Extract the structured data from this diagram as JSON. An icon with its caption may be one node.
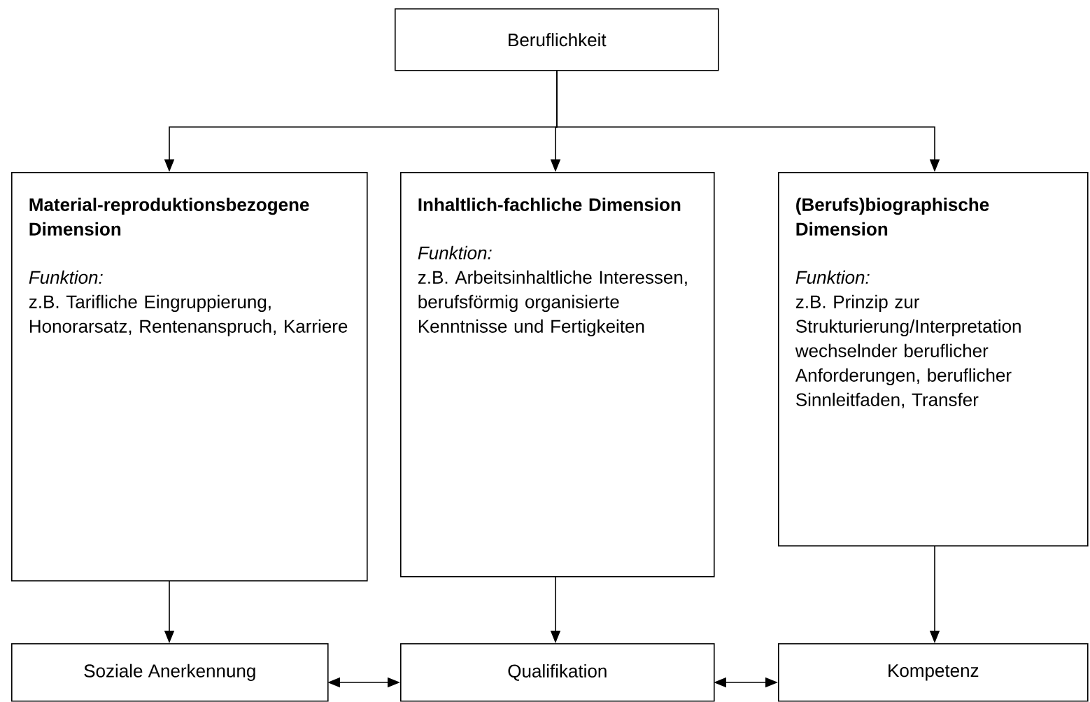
{
  "diagram": {
    "nodes": [
      {
        "text": [
          "Beruflichkeit"
        ]
      },
      {
        "text": [
          "Material-reproduktionsbezogene Dimension",
          "Funktion:",
          "z.B. Tarifliche Eingruppierung, Honorarsatz, Rentenanspruch, Karriere"
        ]
      },
      {
        "text": [
          "Inhaltlich-fachliche Dimension",
          "Funktion:",
          "z.B. Arbeitsinhaltliche Interessen, berufsförmig organisierte Kenntnisse und Fertigkeiten"
        ]
      },
      {
        "text": [
          "(Berufs)biographische Dimension",
          "Funktion:",
          "z.B. Prinzip zur Strukturierung/Interpretation wechselnder beruflicher Anforderungen, beruflicher Sinnleitfaden, Transfer"
        ]
      },
      {
        "text": [
          "Soziale Anerkennung"
        ]
      },
      {
        "text": [
          "Qualifikation"
        ]
      },
      {
        "text": [
          "Kompetenz"
        ]
      }
    ],
    "edges": [
      {
        "from": 0,
        "to": 1,
        "arrow": "to"
      },
      {
        "from": 0,
        "to": 2,
        "arrow": "to"
      },
      {
        "from": 0,
        "to": 3,
        "arrow": "to"
      },
      {
        "from": 1,
        "to": 4,
        "arrow": "to"
      },
      {
        "from": 2,
        "to": 5,
        "arrow": "to"
      },
      {
        "from": 3,
        "to": 6,
        "arrow": "to"
      },
      {
        "from": 4,
        "to": 5,
        "arrow": "both"
      },
      {
        "from": 5,
        "to": 6,
        "arrow": "both"
      }
    ]
  }
}
